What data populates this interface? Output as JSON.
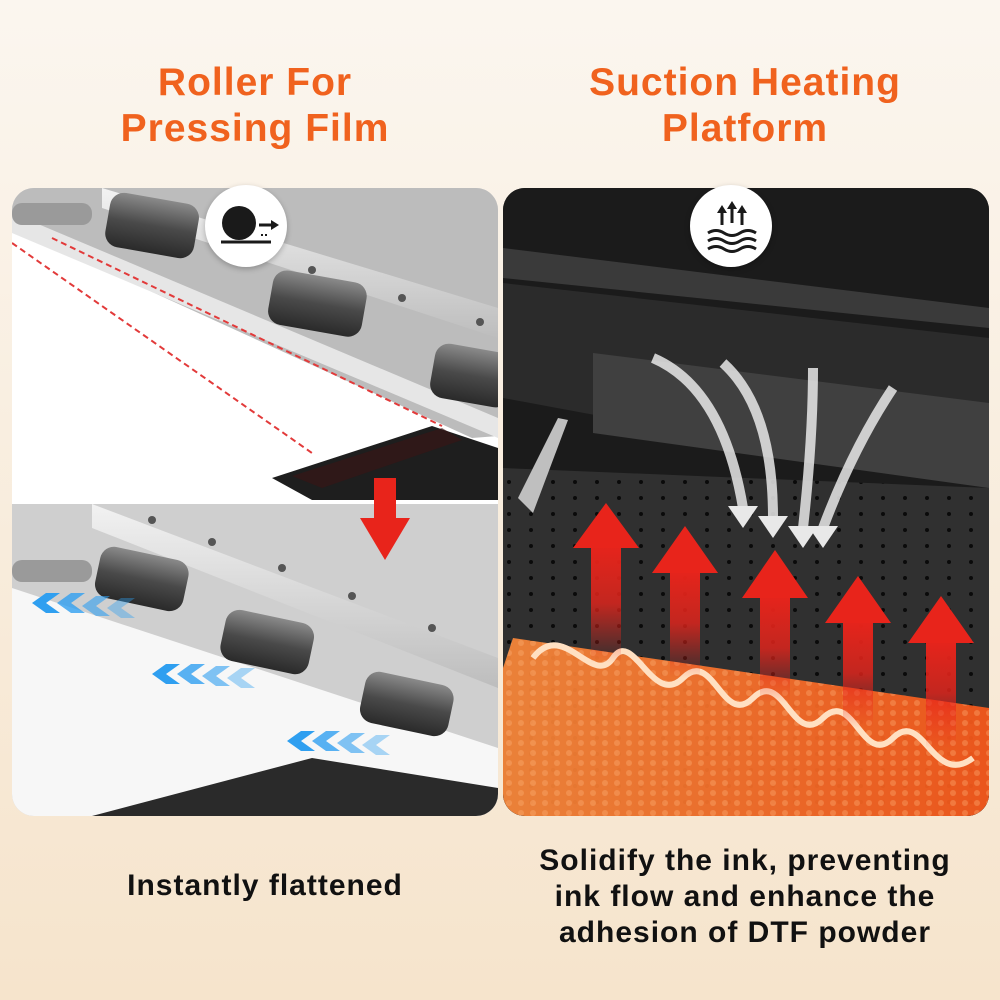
{
  "left_panel": {
    "title_line1": "Roller For",
    "title_line2": "Pressing Film",
    "caption": "Instantly flattened",
    "icon": "roller-icon"
  },
  "right_panel": {
    "title_line1": "Suction Heating",
    "title_line2": "Platform",
    "caption_line1": "Solidify the ink, preventing",
    "caption_line2": "ink flow and enhance the",
    "caption_line3": "adhesion of DTF powder",
    "icon": "heat-waves-icon"
  },
  "colors": {
    "title_orange": "#f0621e",
    "arrow_red": "#e8241b",
    "arrow_blue": "#2f9ff0",
    "heater_orange": "#ff7a2a"
  }
}
